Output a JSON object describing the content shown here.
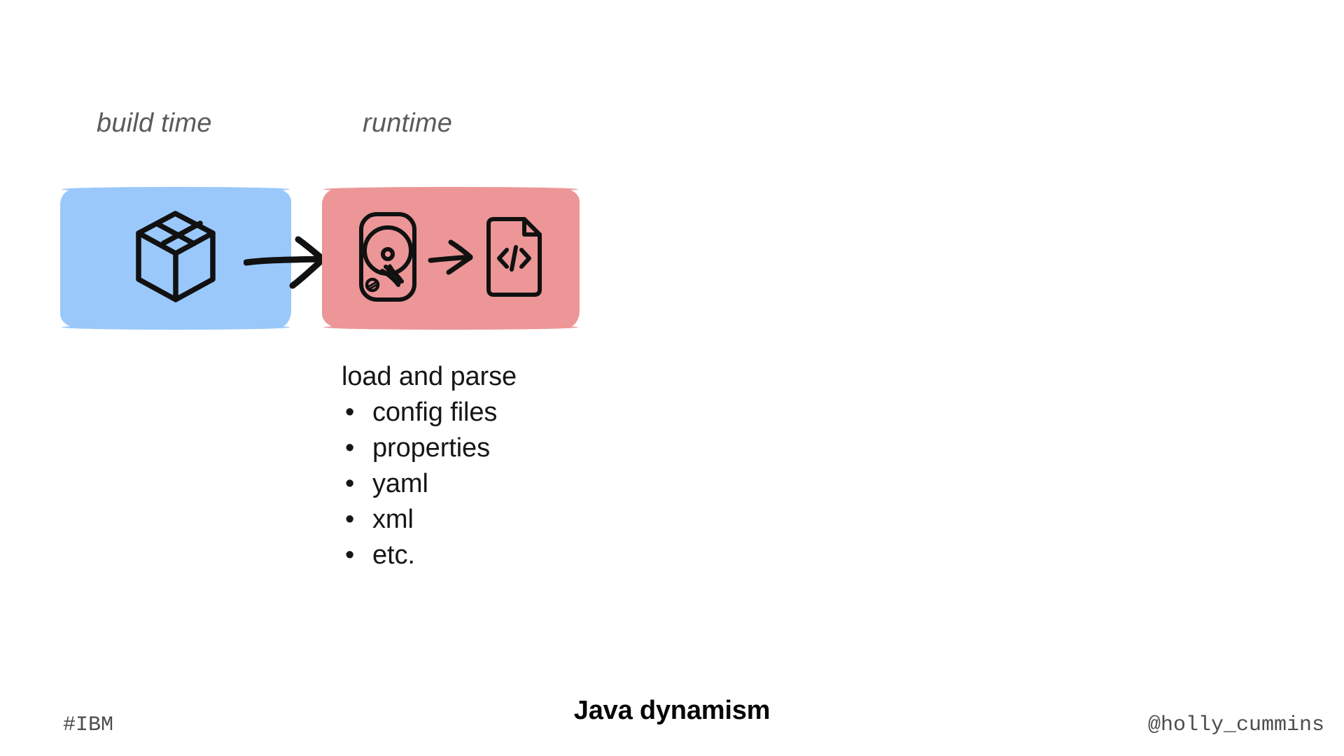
{
  "slide": {
    "background_color": "#ffffff",
    "title": "Java dynamism"
  },
  "phases": [
    {
      "id": "build-time",
      "label": "build time"
    },
    {
      "id": "runtime",
      "label": "runtime"
    }
  ],
  "stages": [
    {
      "id": "build",
      "phase": "build time",
      "color": "#9ac8fb",
      "icons": [
        {
          "name": "package-cube-icon",
          "title": "package / build artifact"
        }
      ]
    },
    {
      "id": "runtime",
      "phase": "runtime",
      "color": "#ec9697",
      "icons": [
        {
          "name": "hard-disk-icon",
          "title": "hard disk"
        },
        {
          "name": "arrow-right-icon",
          "title": "leads to"
        },
        {
          "name": "code-file-icon",
          "title": "code file",
          "glyph": "</>"
        }
      ]
    }
  ],
  "connector": {
    "name": "arrow-build-to-runtime",
    "from": "build",
    "to": "runtime",
    "style": "hand-drawn-arrow"
  },
  "description": {
    "heading": "load and parse",
    "bullet_glyph": "•",
    "items": [
      "config files",
      "properties",
      "yaml",
      "xml",
      "etc."
    ]
  },
  "footer": {
    "hashtag": "#IBM",
    "handle": "@holly_cummins",
    "title": "Java dynamism"
  },
  "colors": {
    "build_box": "#9ac8fb",
    "runtime_box": "#ec9697",
    "ink": "#111111",
    "phase_label": "#5b5b5b",
    "body_text": "#161616",
    "footer_text": "#4d4d4d"
  }
}
